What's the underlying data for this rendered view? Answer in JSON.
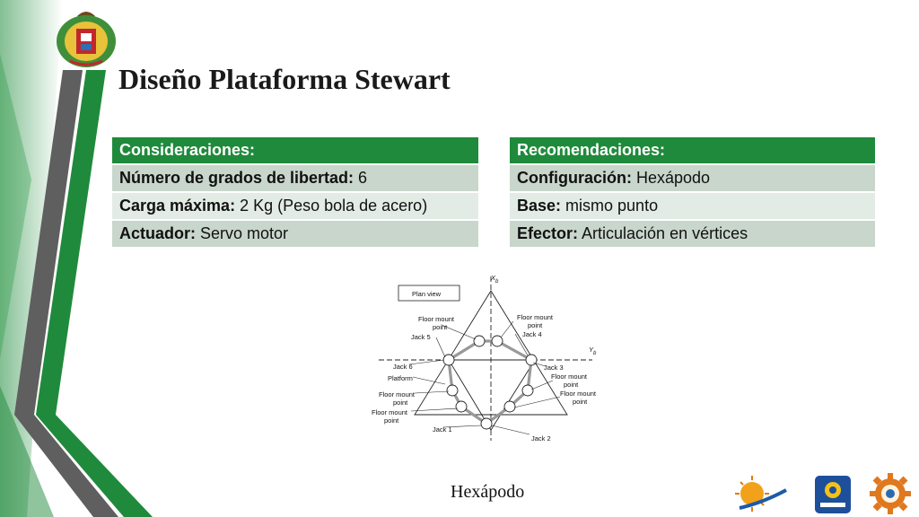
{
  "slide": {
    "title": "Diseño Plataforma Stewart",
    "caption": "Hexápodo"
  },
  "left_table": {
    "header": "Consideraciones:",
    "rows": [
      {
        "label": "Número de grados de libertad:",
        "value": " 6"
      },
      {
        "label": "Carga máxima:",
        "value": "  2 Kg (Peso bola de acero)"
      },
      {
        "label": "Actuador:",
        "value": "  Servo motor"
      }
    ]
  },
  "right_table": {
    "header": "Recomendaciones:",
    "rows": [
      {
        "label": "Configuración:",
        "value": "  Hexápodo"
      },
      {
        "label": "Base:",
        "value": "  mismo punto"
      },
      {
        "label": "Efector:",
        "value": "   Articulación en vértices"
      }
    ]
  },
  "diagram": {
    "plan_view": "Plan view",
    "axis_x": "X",
    "axis_x_sub": "b",
    "axis_y": "Y",
    "axis_y_sub": "b",
    "labels": {
      "floor_mount": "Floor mount",
      "point": "point",
      "jack1": "Jack 1",
      "jack2": "Jack 2",
      "jack3": "Jack 3",
      "jack4": "Jack 4",
      "jack5": "Jack 5",
      "jack6": "Jack 6",
      "platform": "Platform"
    }
  },
  "colors": {
    "accent_green": "#1f8a3b",
    "row_dark": "#c9d6cc",
    "row_light": "#e3ebe5",
    "stripe_gray": "#5f5f5f"
  },
  "icons": [
    "university-crest-icon",
    "sun-logo-icon",
    "mecatronica-logo-icon",
    "gear-logo-icon"
  ]
}
